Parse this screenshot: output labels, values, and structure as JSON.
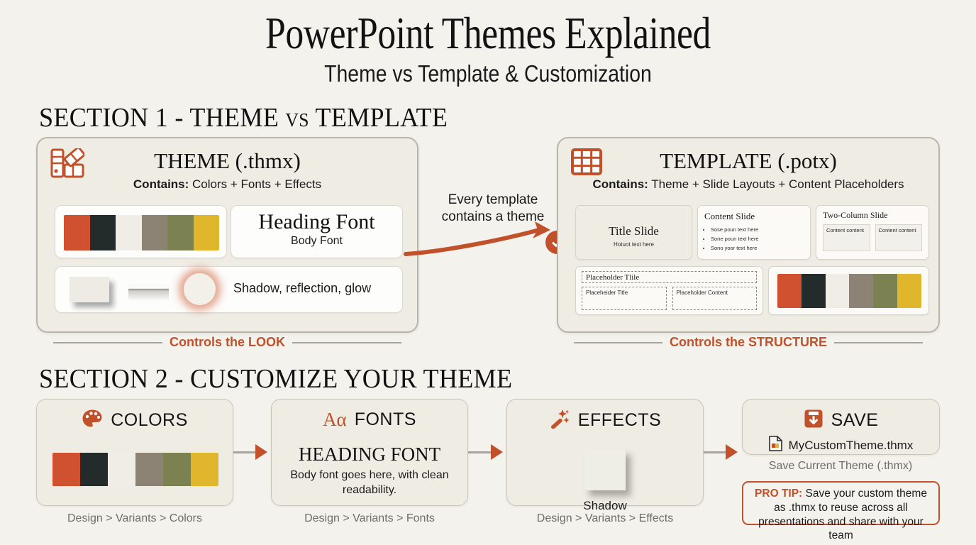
{
  "title": "PowerPoint Themes Explained",
  "subtitle": "Theme vs Template & Customization",
  "colors": {
    "accent": "#c1512b",
    "background": "#f4f2ed",
    "card": "#efece4",
    "swatches": [
      "#cf5130",
      "#232c2b",
      "#efede5",
      "#8c8375",
      "#7b8150",
      "#dfb62c"
    ]
  },
  "section1": {
    "heading": "SECTION 1 - THEME vs TEMPLATE",
    "theme_card": {
      "icon": "color-swatch-icon",
      "title": "THEME (.thmx)",
      "contains_label": "Contains:",
      "contains_value": "Colors + Fonts + Effects",
      "heading_font": "Heading Font",
      "body_font": "Body Font",
      "effects_label": "Shadow, reflection, glow",
      "footer": "Controls the LOOK"
    },
    "connector": {
      "label_line1": "Every template",
      "label_line2": "contains a theme",
      "badge_icon": "check-circle-icon"
    },
    "template_card": {
      "icon": "table-grid-icon",
      "title": "TEMPLATE (.potx)",
      "contains_label": "Contains:",
      "contains_value": "Theme + Slide Layouts + Content Placeholders",
      "footer": "Controls the STRUCTURE",
      "thumbs": {
        "title_slide": {
          "title": "Title Slide",
          "subtitle": "Hotuot text here"
        },
        "content_slide": {
          "title": "Content Slide",
          "bullets": [
            "Sose poun text here",
            "Sone poun text here",
            "Sono yoor text here"
          ]
        },
        "two_column_slide": {
          "title": "Two-Column Slide",
          "columns": [
            "Content content",
            "Content content"
          ]
        },
        "placeholder_slide": {
          "title": "Placeholder Tlile",
          "columns": [
            "Placeheider Title",
            "Placeholder Content"
          ]
        }
      }
    }
  },
  "section2": {
    "heading": "SECTION 2 - CUSTOMIZE YOUR THEME",
    "steps": [
      {
        "icon": "palette-icon",
        "label": "COLORS",
        "caption": "Design > Variants > Colors"
      },
      {
        "icon": "aa-font-icon",
        "label": "FONTS",
        "heading_sample": "HEADING FONT",
        "body_sample": "Body font goes here, with clean readability.",
        "caption": "Design > Variants > Fonts"
      },
      {
        "icon": "magic-wand-icon",
        "label": "EFFECTS",
        "demo_label": "Shadow",
        "caption": "Design > Variants > Effects"
      },
      {
        "icon": "save-disk-icon",
        "label": "SAVE",
        "file_icon": "file-icon",
        "file_name": "MyCustomTheme.thmx",
        "caption": "Save Current Theme (.thmx)"
      }
    ],
    "protip": {
      "label": "PRO TIP:",
      "text": " Save your custom theme as .thmx to reuse across all presentations and share with your team"
    }
  }
}
